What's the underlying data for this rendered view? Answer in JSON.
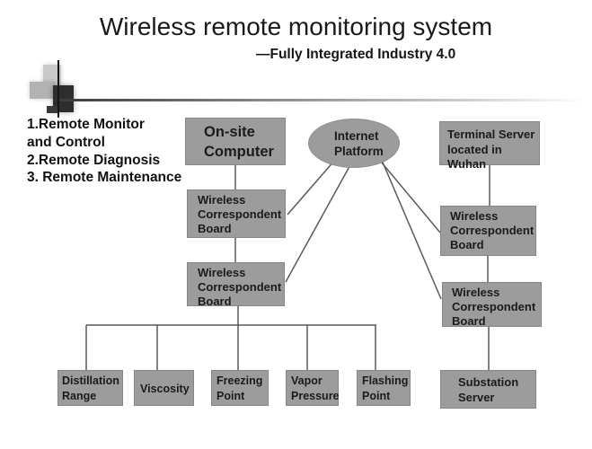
{
  "slide": {
    "title": "Wireless remote monitoring system",
    "subtitle": "—Fully Integrated Industry 4.0",
    "feature_lines": [
      "1.Remote Monitor",
      "and Control",
      "2.Remote Diagnosis",
      "3. Remote Maintenance"
    ]
  },
  "nodes": {
    "onsite_computer": "On-site Computer",
    "internet_platform": "Internet Platform",
    "terminal_server": "Terminal Server located in Wuhan",
    "boards": [
      "Wireless Correspondent Board",
      "Wireless Correspondent Board",
      "Wireless Correspondent Board",
      "Wireless Correspondent Board"
    ],
    "substation_server": "Substation Server",
    "sensors": [
      "Distillation Range",
      "Viscosity",
      "Freezing Point",
      "Vapor Pressure",
      "Flashing Point"
    ]
  },
  "colors": {
    "box-fill": "#9c9c9c",
    "box-border": "#868686",
    "line-color": "#5a5a5a",
    "text-dark": "#1b1b1b",
    "title-color": "#1a1a1a"
  }
}
